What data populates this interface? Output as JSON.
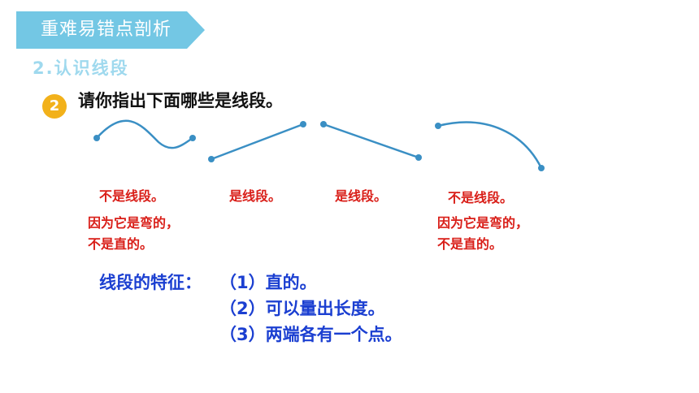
{
  "header": {
    "banner_title": "重难易错点剖析",
    "subtitle": "2.认识线段"
  },
  "question": {
    "number": "2",
    "text": "请你指出下面哪些是线段。"
  },
  "answers": [
    {
      "label": "不是线段。",
      "reason": [
        "因为它是弯的，",
        "不是直的。"
      ]
    },
    {
      "label": "是线段。"
    },
    {
      "label": "是线段。"
    },
    {
      "label": "不是线段。",
      "reason": [
        "因为它是弯的，",
        "不是直的。"
      ]
    }
  ],
  "features": {
    "heading": "线段的特征：",
    "items": [
      "（1）直的。",
      "（2）可以量出长度。",
      "（3）两端各有一个点。"
    ]
  },
  "colors": {
    "banner": "#73c7e4",
    "answer": "#d91e18",
    "features": "#1b3fd1",
    "line": "#3a8fc4",
    "badge": "#f2b11a"
  }
}
